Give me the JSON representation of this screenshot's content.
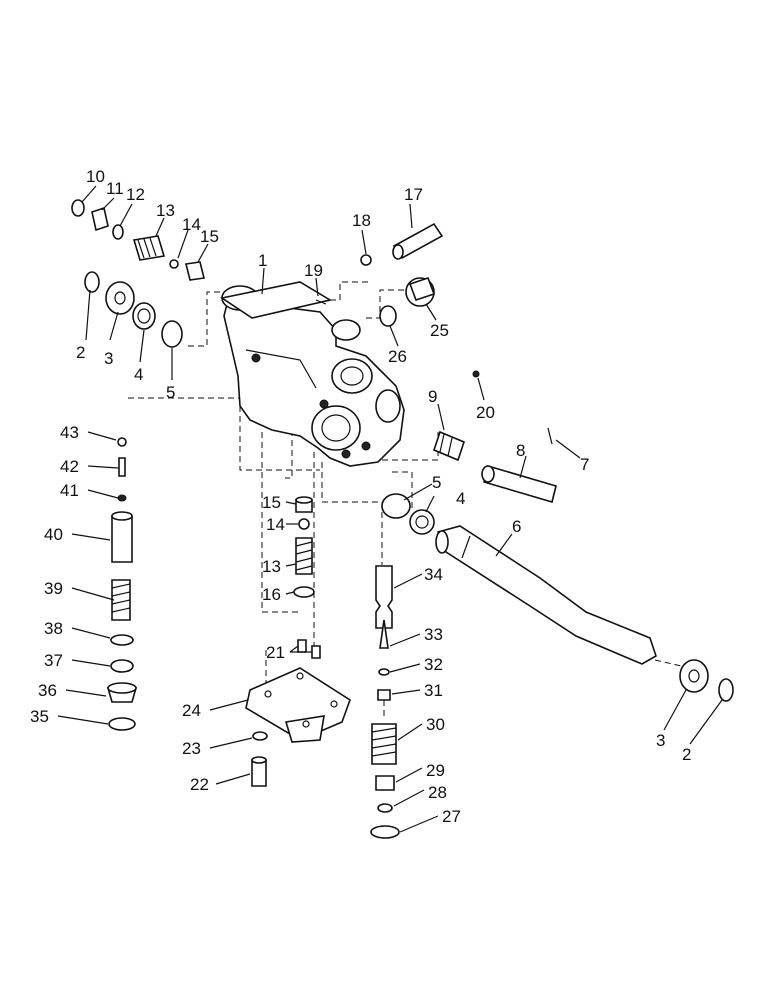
{
  "labels": {
    "p1": "1",
    "p2a": "2",
    "p2b": "2",
    "p3a": "3",
    "p3b": "3",
    "p4a": "4",
    "p4b": "4",
    "p5a": "5",
    "p5b": "5",
    "p6": "6",
    "p7": "7",
    "p8": "8",
    "p9": "9",
    "p10": "10",
    "p11": "11",
    "p12": "12",
    "p13a": "13",
    "p13b": "13",
    "p14a": "14",
    "p14b": "14",
    "p15a": "15",
    "p15b": "15",
    "p16": "16",
    "p17": "17",
    "p18": "18",
    "p19": "19",
    "p20": "20",
    "p21": "21",
    "p22": "22",
    "p23": "23",
    "p24": "24",
    "p25": "25",
    "p26": "26",
    "p27": "27",
    "p28": "28",
    "p29": "29",
    "p30": "30",
    "p31": "31",
    "p32": "32",
    "p33": "33",
    "p34": "34",
    "p35": "35",
    "p36": "36",
    "p37": "37",
    "p38": "38",
    "p39": "39",
    "p40": "40",
    "p41": "41",
    "p42": "42",
    "p43": "43"
  }
}
